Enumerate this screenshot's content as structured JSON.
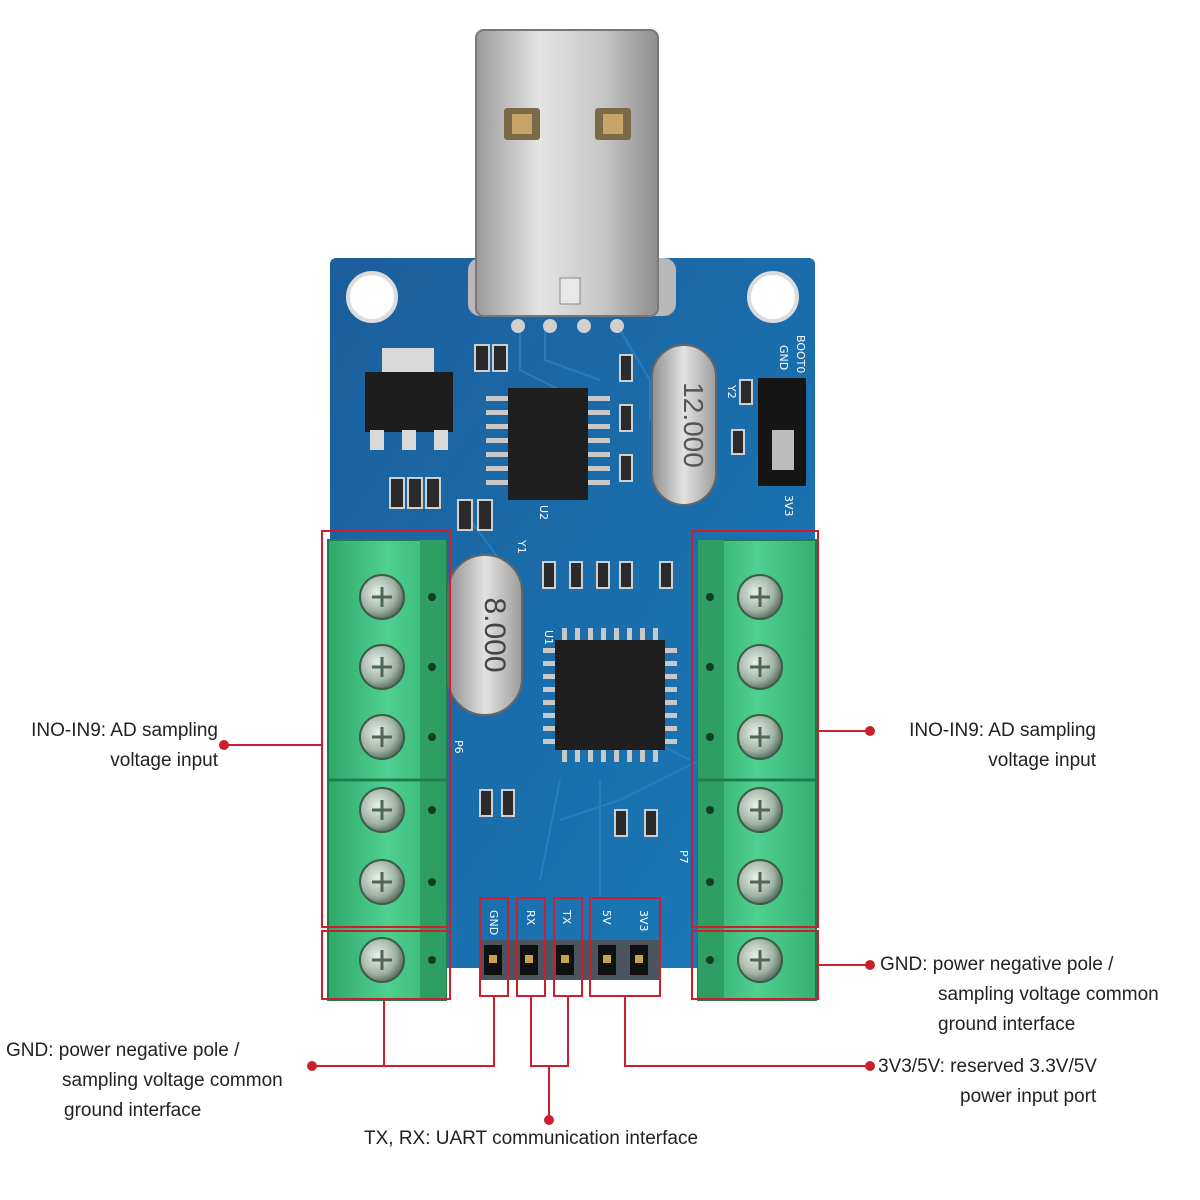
{
  "annotations": {
    "left_inputs": {
      "line1": "INO-IN9: AD sampling",
      "line2": "voltage input"
    },
    "right_inputs": {
      "line1": "INO-IN9: AD sampling",
      "line2": "voltage input"
    },
    "right_gnd": {
      "line1": "GND: power negative pole /",
      "line2": "sampling voltage common",
      "line3": "ground interface"
    },
    "left_gnd": {
      "line1": "GND: power negative pole /",
      "line2": "sampling voltage common",
      "line3": "ground interface"
    },
    "power": {
      "line1": "3V3/5V: reserved 3.3V/5V",
      "line2": "power input port"
    },
    "uart": {
      "line1": "TX, RX: UART communication interface"
    }
  },
  "board": {
    "crystal_main": "8.000",
    "crystal_usb": "12.000",
    "header_pins": [
      "GND",
      "RX",
      "TX",
      "5V",
      "3V3"
    ],
    "silkscreen": {
      "boot": "BOOT0",
      "gnd": "GND",
      "v33": "3V3",
      "p6": "P6",
      "p7": "P7",
      "u1": "U1",
      "u2": "U2",
      "y1": "Y1",
      "y2": "Y2"
    }
  },
  "colors": {
    "pcb": "#1a6aa8",
    "terminal": "#3fbf7f",
    "annotation": "#cc1e2f",
    "usb_metal": "#c9c9c9"
  }
}
